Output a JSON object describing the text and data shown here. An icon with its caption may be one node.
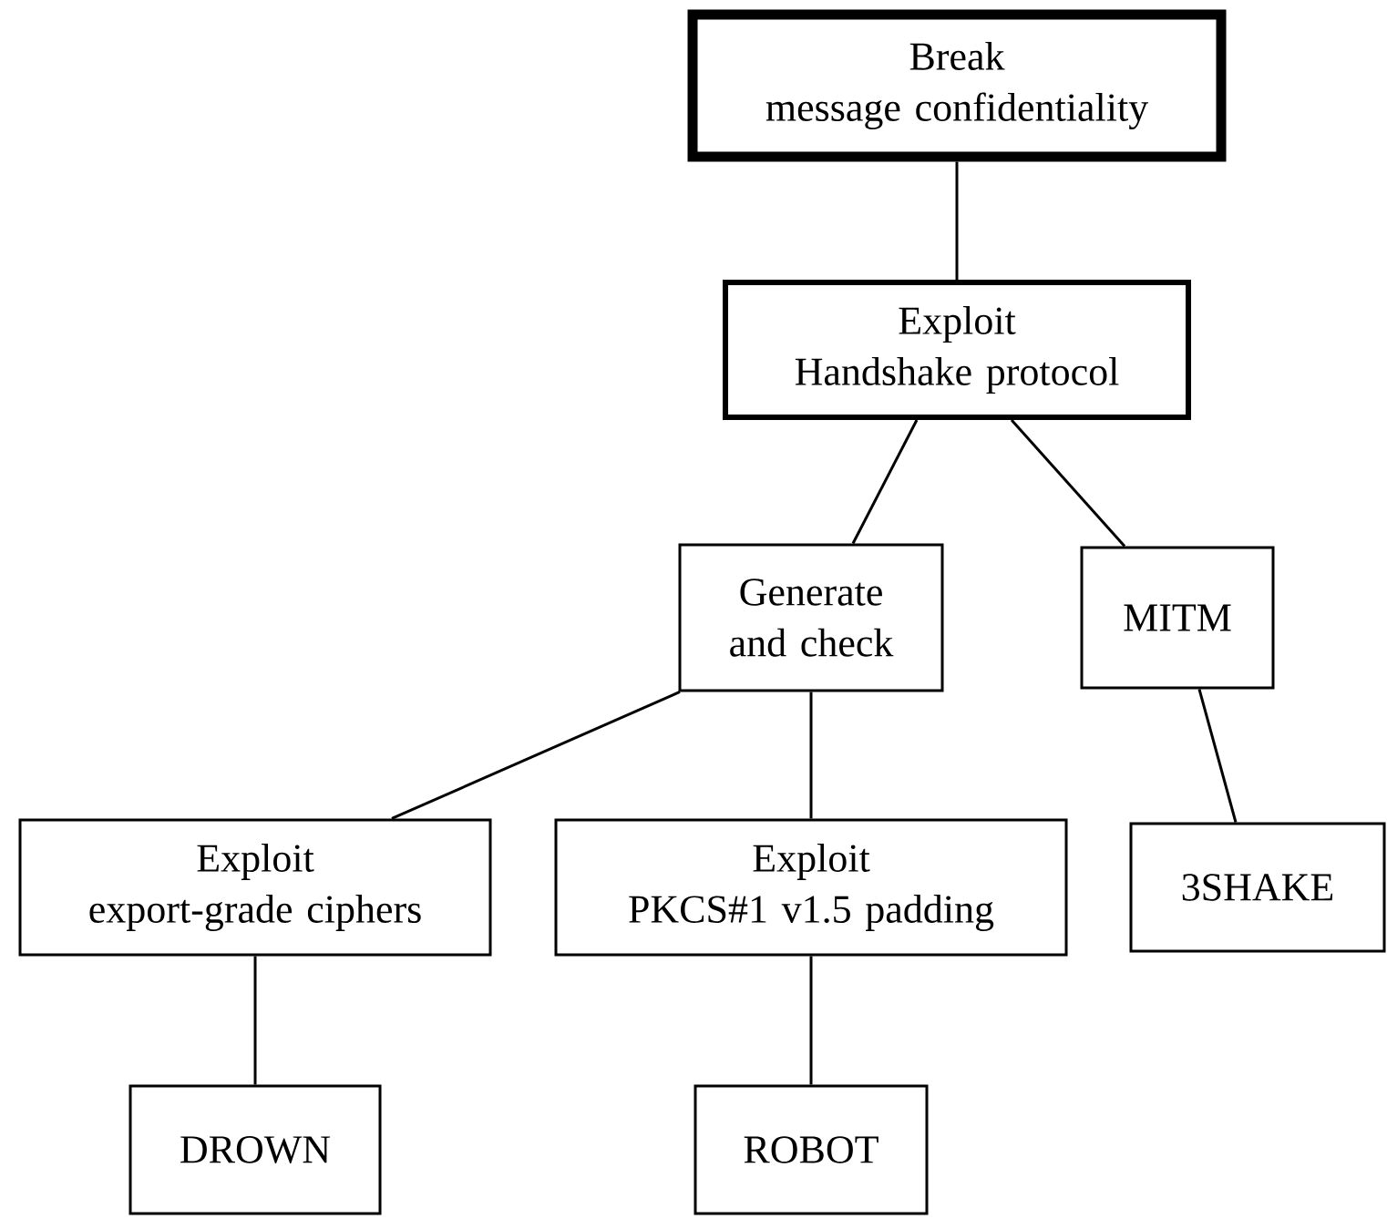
{
  "diagram": {
    "nodes": [
      {
        "text": [
          "Break",
          "message confidentiality"
        ]
      },
      {
        "text": [
          "Exploit",
          "Handshake protocol"
        ]
      },
      {
        "text": [
          "Generate",
          "and check"
        ]
      },
      {
        "text": [
          "MITM"
        ]
      },
      {
        "text": [
          "Exploit",
          "export-grade ciphers"
        ]
      },
      {
        "text": [
          "Exploit",
          "PKCS#1 v1.5 padding"
        ]
      },
      {
        "text": [
          "3SHAKE"
        ]
      },
      {
        "text": [
          "DROWN"
        ]
      },
      {
        "text": [
          "ROBOT"
        ]
      }
    ],
    "edges": [
      {
        "from": 0,
        "to": 1,
        "arrow": "none"
      },
      {
        "from": 1,
        "to": 2,
        "arrow": "none"
      },
      {
        "from": 1,
        "to": 3,
        "arrow": "none"
      },
      {
        "from": 2,
        "to": 4,
        "arrow": "none"
      },
      {
        "from": 2,
        "to": 5,
        "arrow": "none"
      },
      {
        "from": 3,
        "to": 6,
        "arrow": "none"
      },
      {
        "from": 4,
        "to": 7,
        "arrow": "none"
      },
      {
        "from": 5,
        "to": 8,
        "arrow": "none"
      }
    ]
  }
}
